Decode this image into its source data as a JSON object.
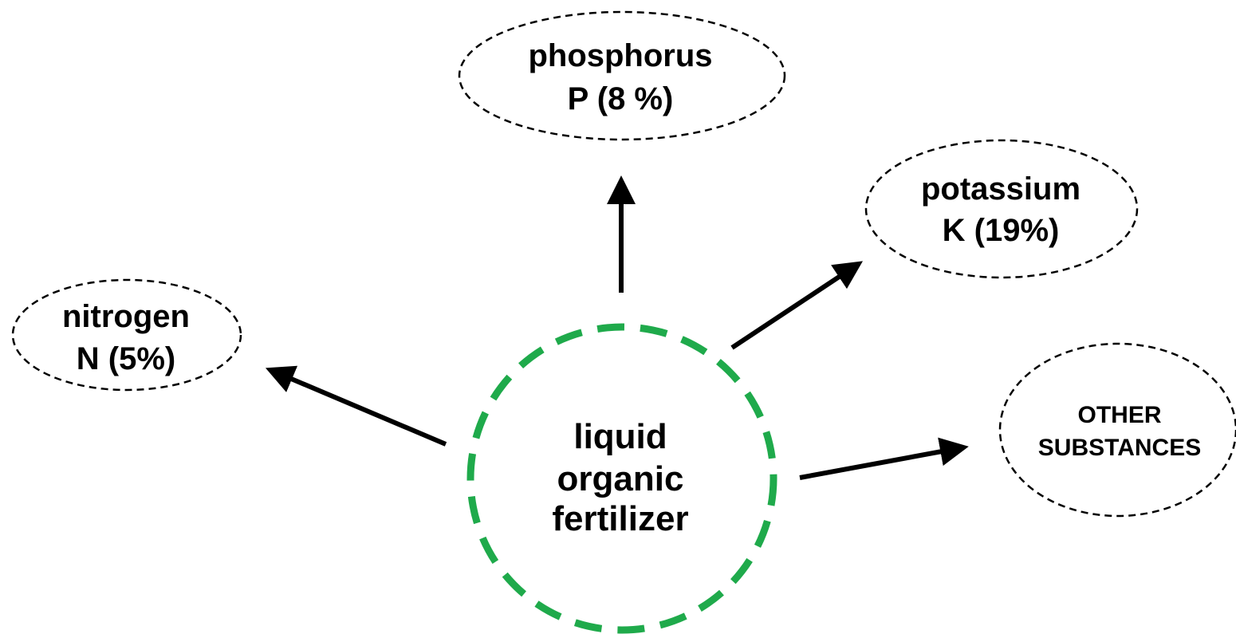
{
  "center": {
    "lines": [
      "liquid",
      "organic",
      "fertilizer"
    ],
    "stroke_color": "#1faa4b"
  },
  "nodes": {
    "phosphorus": {
      "name": "phosphorus",
      "value": "P (8 %)"
    },
    "potassium": {
      "name": "potassium",
      "value": "K (19%)"
    },
    "nitrogen": {
      "name": "nitrogen",
      "value": "N (5%)"
    },
    "other": {
      "line1": "OTHER",
      "line2": "SUBSTANCES"
    }
  },
  "edge_color": "#000000"
}
